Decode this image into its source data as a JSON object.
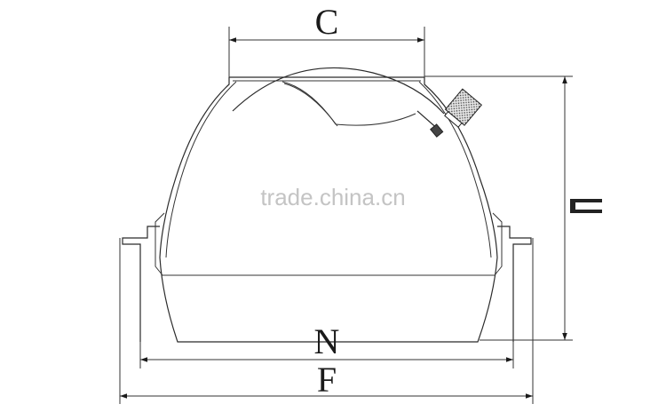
{
  "diagram": {
    "labels": {
      "top_width": "C",
      "inner_base_width": "N",
      "outer_base_width": "F"
    },
    "watermark": "trade.china.cn"
  }
}
